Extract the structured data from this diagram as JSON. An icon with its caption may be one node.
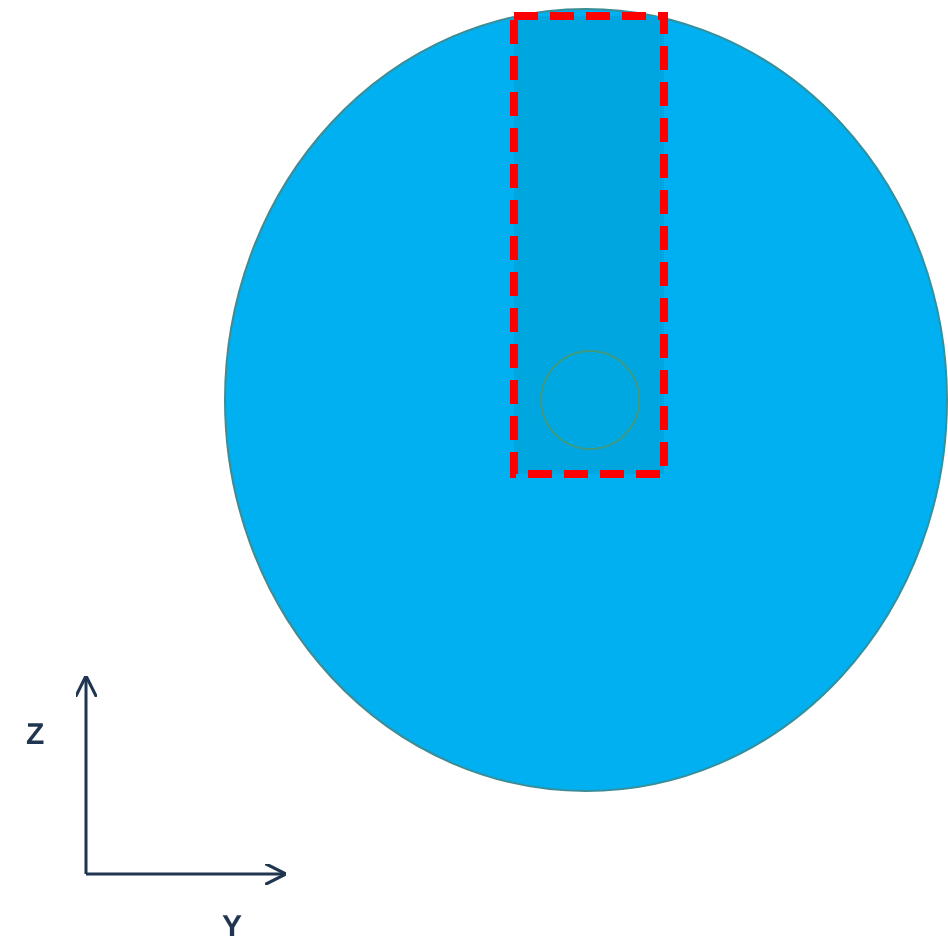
{
  "diagram": {
    "nodes": [
      {
        "text": [],
        "shape": "circle"
      },
      {
        "text": [],
        "shape": "box",
        "in": 0
      },
      {
        "text": [],
        "shape": "circle",
        "in": 1
      }
    ],
    "labels": [
      "Z",
      "Y"
    ]
  }
}
